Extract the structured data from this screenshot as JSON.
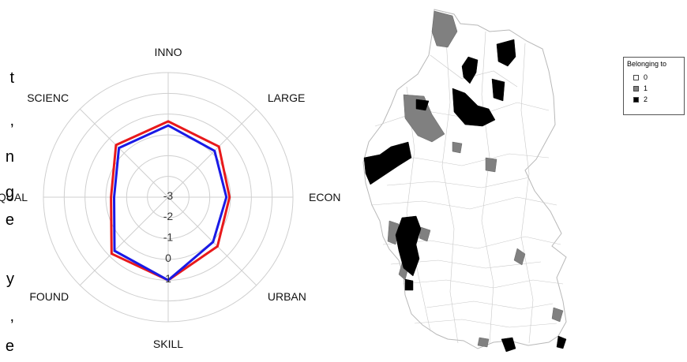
{
  "left_text_fragments": [
    "t",
    ",",
    "n",
    "g",
    "e",
    "y",
    ",",
    "e"
  ],
  "chart_data": [
    {
      "type": "radar",
      "axes": [
        "INNO",
        "LARGE",
        "ECON",
        "URBAN",
        "SKILL",
        "FOUND",
        "QUAL",
        "SCIENC"
      ],
      "rlim": [
        -4,
        2
      ],
      "radial_tick_labels": [
        "-3",
        "-2",
        "-1",
        "0",
        "1"
      ],
      "grid": true,
      "series": [
        {
          "values": [
            -0.35,
            -0.55,
            -1.05,
            -0.65,
            0.0,
            -0.15,
            -1.25,
            -0.45
          ],
          "color": "#e8191b"
        },
        {
          "values": [
            -0.55,
            -0.85,
            -1.2,
            -0.95,
            0.0,
            -0.35,
            -1.4,
            -0.65
          ],
          "color": "#1a1ae6"
        }
      ]
    },
    {
      "type": "map",
      "legend": {
        "title": "Belonging to",
        "items": [
          {
            "label": "0",
            "color": "#ffffff"
          },
          {
            "label": "1",
            "color": "#808080"
          },
          {
            "label": "2",
            "color": "#000000"
          }
        ]
      }
    }
  ]
}
